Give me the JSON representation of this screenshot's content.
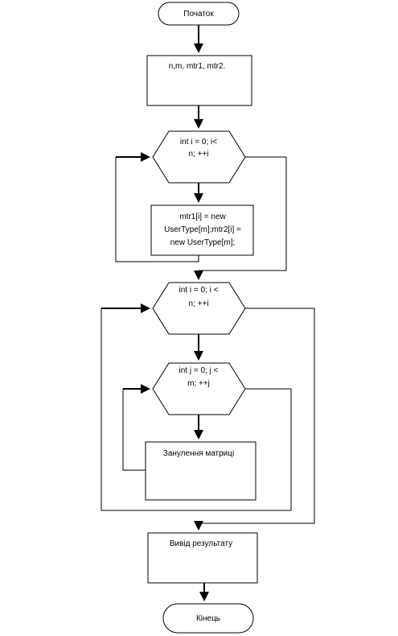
{
  "flowchart": {
    "start": "Початок",
    "input": "n,m, mtr1, mtr2.",
    "loop1": {
      "line1": "int i = 0; i<",
      "line2": "n; ++i"
    },
    "alloc": {
      "line1": "mtr1[i] = new",
      "line2": "UserType[m];mtr2[i] =",
      "line3": "new  UserType[m];"
    },
    "loop2": {
      "line1": "int i = 0; i <",
      "line2": "n; ++i"
    },
    "loop3": {
      "line1": "int j = 0; j <",
      "line2": "m; ++j"
    },
    "zero": "Занулення матриці",
    "output": "Вивід результату",
    "end": "Кінець"
  }
}
